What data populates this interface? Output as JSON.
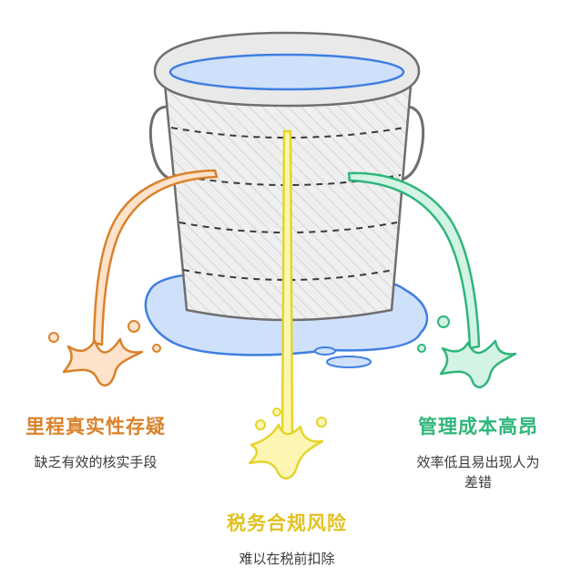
{
  "colors": {
    "orange": "#d9822b",
    "orange_fill": "#fde3cc",
    "yellow": "#e6d42c",
    "yellow_fill": "#fdf6b3",
    "green": "#2fb67a",
    "green_fill": "#d3f3e4",
    "water": "#3f7fe0",
    "water_fill": "#cfe0fb",
    "bucket_stroke": "#6f6f6f",
    "bucket_fill": "#ececec"
  },
  "icons": [
    "bucket-icon",
    "water-puddle-icon",
    "leak-stream-icon",
    "splash-icon"
  ],
  "leaks": [
    {
      "key": "orange",
      "title": "里程真实性存疑",
      "desc": [
        "缺乏有效的核实手段"
      ]
    },
    {
      "key": "yellow",
      "title": "税务合规风险",
      "desc": [
        "难以在税前扣除"
      ]
    },
    {
      "key": "green",
      "title": "管理成本高昂",
      "desc": [
        "效率低且易出现人为",
        "差错"
      ]
    }
  ]
}
